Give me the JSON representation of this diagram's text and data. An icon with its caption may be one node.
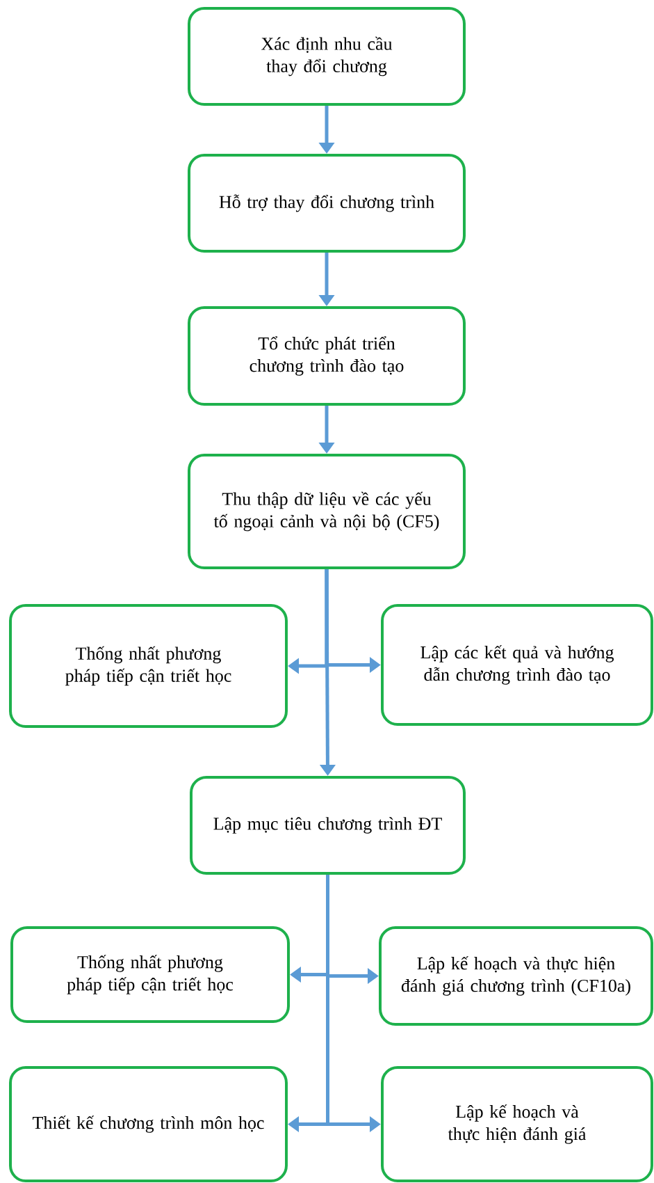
{
  "diagram": {
    "nodes": [
      {
        "text": [
          "Xác định nhu cầu thay đổi chương"
        ]
      },
      {
        "text": [
          "Hỗ trợ thay đổi chương trình"
        ]
      },
      {
        "text": [
          "Tổ chức phát triển chương trình đào tạo"
        ]
      },
      {
        "text": [
          "Thu thập dữ liệu về các yếu tố ngoại cảnh và nội bộ (CF5)"
        ]
      },
      {
        "text": [
          "Thống nhất phương pháp tiếp cận triết học"
        ]
      },
      {
        "text": [
          "Lập các kết quả và hướng dẫn chương trình đào tạo"
        ]
      },
      {
        "text": [
          "Lập mục tiêu chương trình ĐT"
        ]
      },
      {
        "text": [
          "Thống nhất phương pháp tiếp cận triết học"
        ]
      },
      {
        "text": [
          "Lập kế hoạch và thực hiện đánh giá chương trình (CF10a)"
        ]
      },
      {
        "text": [
          "Thiết kế chương trình môn học"
        ]
      },
      {
        "text": [
          "Lập kế hoạch và thực hiện đánh giá"
        ]
      }
    ],
    "edges": [
      {
        "from": 0,
        "to": 1,
        "arrow": "to"
      },
      {
        "from": 1,
        "to": 2,
        "arrow": "to"
      },
      {
        "from": 2,
        "to": 3,
        "arrow": "to"
      },
      {
        "from": 3,
        "to": 4,
        "arrow": "to"
      },
      {
        "from": 3,
        "to": 5,
        "arrow": "to"
      },
      {
        "from": 3,
        "to": 6,
        "arrow": "to"
      },
      {
        "from": 6,
        "to": 7,
        "arrow": "to"
      },
      {
        "from": 6,
        "to": 8,
        "arrow": "to"
      },
      {
        "from": 6,
        "to": 9,
        "arrow": "to"
      },
      {
        "from": 6,
        "to": 10,
        "arrow": "to"
      }
    ]
  }
}
